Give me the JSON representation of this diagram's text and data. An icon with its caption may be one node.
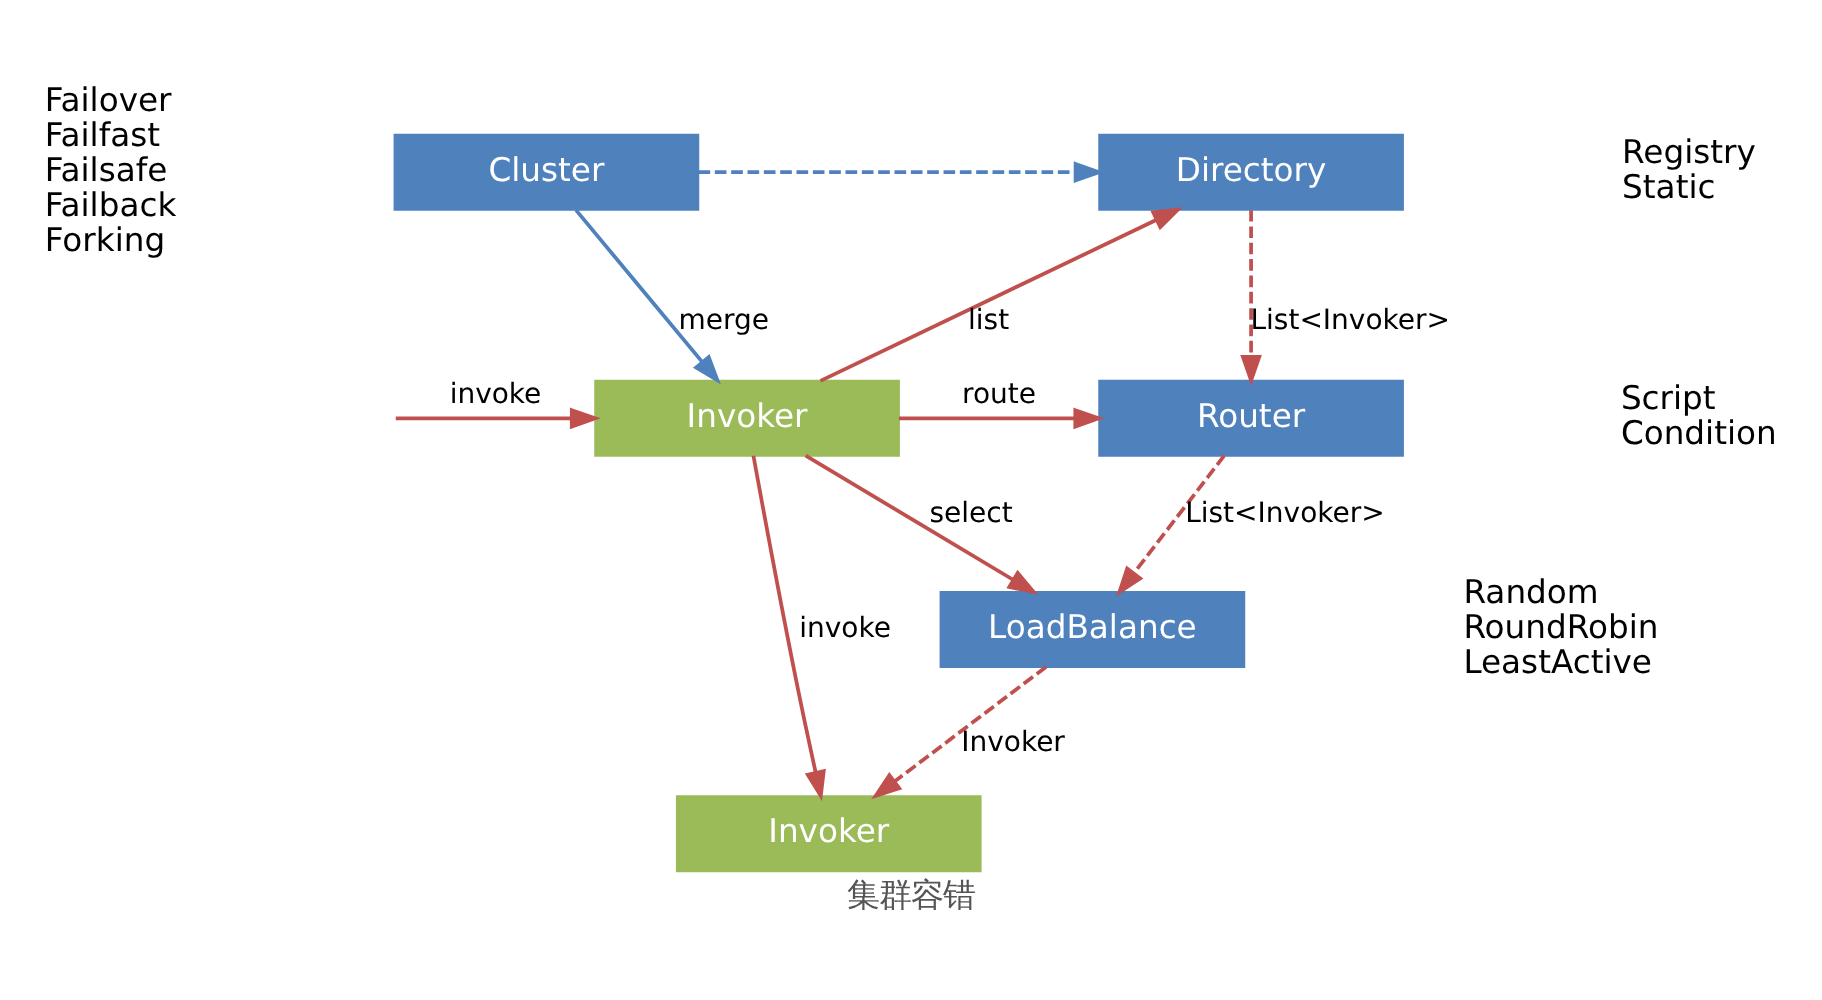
{
  "diagram": {
    "caption": "集群容错",
    "nodes": [
      {
        "text": [
          "Cluster"
        ],
        "beside": [
          "Failover",
          "Failfast",
          "Failsafe",
          "Failback",
          "Forking"
        ]
      },
      {
        "text": [
          "Directory"
        ],
        "beside": [
          "Registry",
          "Static"
        ]
      },
      {
        "text": [
          "Invoker"
        ]
      },
      {
        "text": [
          "Router"
        ],
        "beside": [
          "Script",
          "Condition"
        ]
      },
      {
        "text": [
          "LoadBalance"
        ],
        "beside": [
          "Random",
          "RoundRobin",
          "LeastActive"
        ]
      },
      {
        "text": [
          "Invoker"
        ]
      }
    ],
    "edges": [
      {
        "from": 0,
        "to": 1,
        "arrow": "to",
        "style": "dashed",
        "color": "#4f81bd"
      },
      {
        "from": 0,
        "to": 2,
        "arrow": "to",
        "label": "merge",
        "color": "#4f81bd"
      },
      {
        "from": null,
        "to": 2,
        "arrow": "to",
        "label": "invoke"
      },
      {
        "from": 2,
        "to": 1,
        "arrow": "to",
        "label": "list"
      },
      {
        "from": 2,
        "to": 3,
        "arrow": "to",
        "label": "route"
      },
      {
        "from": 2,
        "to": 4,
        "arrow": "to",
        "label": "select"
      },
      {
        "from": 2,
        "to": 5,
        "arrow": "to",
        "label": "invoke"
      },
      {
        "from": 1,
        "to": 3,
        "arrow": "to",
        "style": "dashed",
        "label": "List<Invoker>"
      },
      {
        "from": 3,
        "to": 4,
        "arrow": "to",
        "style": "dashed",
        "label": "List<Invoker>"
      },
      {
        "from": 4,
        "to": 5,
        "arrow": "to",
        "style": "dashed",
        "label": "Invoker"
      }
    ]
  }
}
